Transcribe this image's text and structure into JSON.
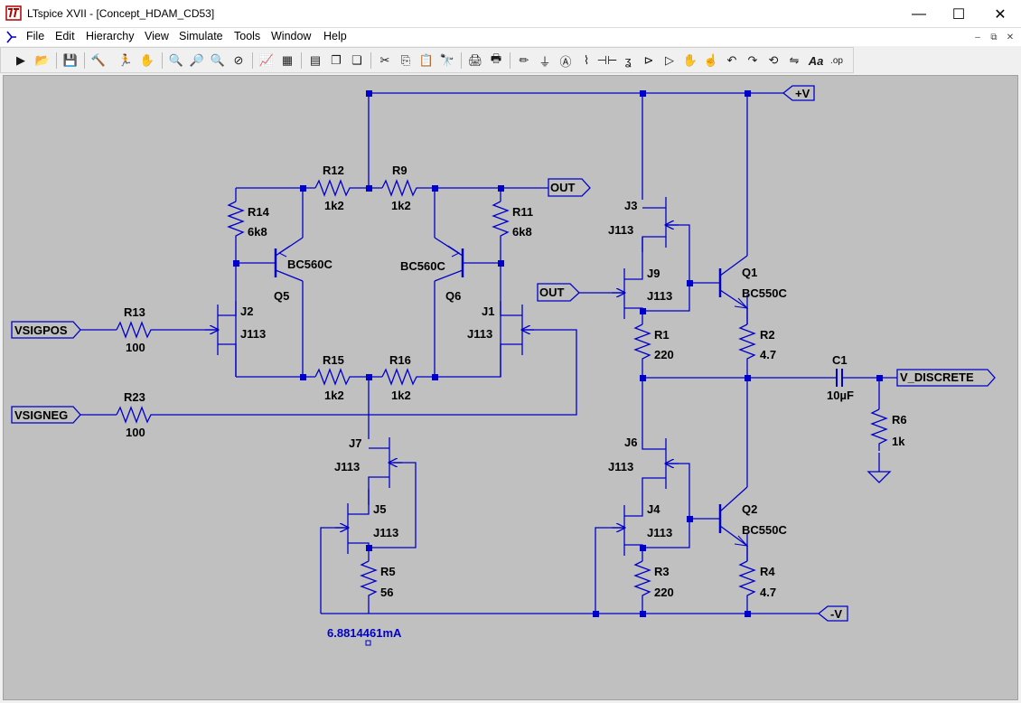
{
  "window": {
    "title": "LTspice XVII - [Concept_HDAM_CD53]",
    "minimize": "—",
    "maximize": "☐",
    "close": "✕"
  },
  "menu": [
    "File",
    "Edit",
    "Hierarchy",
    "View",
    "Simulate",
    "Tools",
    "Window",
    "Help"
  ],
  "toolbar_icons": [
    "run-icon",
    "open-icon",
    "save-icon",
    "control-panel-icon",
    "run-simulation-icon",
    "halt-icon",
    "zoom-in-icon",
    "zoom-full-icon",
    "zoom-out-icon",
    "cancel-zoom-icon",
    "autorange-icon",
    "grid-icon",
    "tile-icon",
    "cascade-icon",
    "close-window-icon",
    "cut-icon",
    "copy-icon",
    "paste-icon",
    "find-icon",
    "print-preview-icon",
    "print-icon",
    "draw-wire-icon",
    "ground-icon",
    "label-net-icon",
    "resistor-icon",
    "capacitor-icon",
    "inductor-icon",
    "diode-icon",
    "component-icon",
    "move-icon",
    "drag-icon",
    "undo-icon",
    "redo-icon",
    "rotate-icon",
    "mirror-icon",
    "text-icon",
    "spice-directive-icon"
  ],
  "schematic": {
    "ports": {
      "vp": "+V",
      "vn": "-V",
      "out_top": "OUT",
      "out_in": "OUT",
      "vsigpos": "VSIGPOS",
      "vsigneg": "VSIGNEG",
      "vdisc": "V_DISCRETE"
    },
    "resistors": {
      "R12": {
        "name": "R12",
        "value": "1k2"
      },
      "R9": {
        "name": "R9",
        "value": "1k2"
      },
      "R14": {
        "name": "R14",
        "value": "6k8"
      },
      "R11": {
        "name": "R11",
        "value": "6k8"
      },
      "R13": {
        "name": "R13",
        "value": "100"
      },
      "R23": {
        "name": "R23",
        "value": "100"
      },
      "R15": {
        "name": "R15",
        "value": "1k2"
      },
      "R16": {
        "name": "R16",
        "value": "1k2"
      },
      "R5": {
        "name": "R5",
        "value": "56"
      },
      "R1": {
        "name": "R1",
        "value": "220"
      },
      "R2": {
        "name": "R2",
        "value": "4.7"
      },
      "R3": {
        "name": "R3",
        "value": "220"
      },
      "R4": {
        "name": "R4",
        "value": "4.7"
      },
      "R6": {
        "name": "R6",
        "value": "1k"
      }
    },
    "capacitor": {
      "name": "C1",
      "value": "10µF"
    },
    "jfets": {
      "J2": {
        "name": "J2",
        "model": "J113"
      },
      "J1": {
        "name": "J1",
        "model": "J113"
      },
      "J7": {
        "name": "J7",
        "model": "J113"
      },
      "J5": {
        "name": "J5",
        "model": "J113"
      },
      "J3": {
        "name": "J3",
        "model": "J113"
      },
      "J9": {
        "name": "J9",
        "model": "J113"
      },
      "J6": {
        "name": "J6",
        "model": "J113"
      },
      "J4": {
        "name": "J4",
        "model": "J113"
      }
    },
    "bjts": {
      "Q5": {
        "name": "Q5",
        "model": "BC560C"
      },
      "Q6": {
        "name": "Q6",
        "model": "BC560C"
      },
      "Q1": {
        "name": "Q1",
        "model": "BC550C"
      },
      "Q2": {
        "name": "Q2",
        "model": "BC550C"
      }
    },
    "probe_readout": "6.8814461mA"
  },
  "colors": {
    "wire": "#0000c8",
    "canvas": "#c0c0c0",
    "text": "#000000",
    "readout": "#0000c8"
  }
}
